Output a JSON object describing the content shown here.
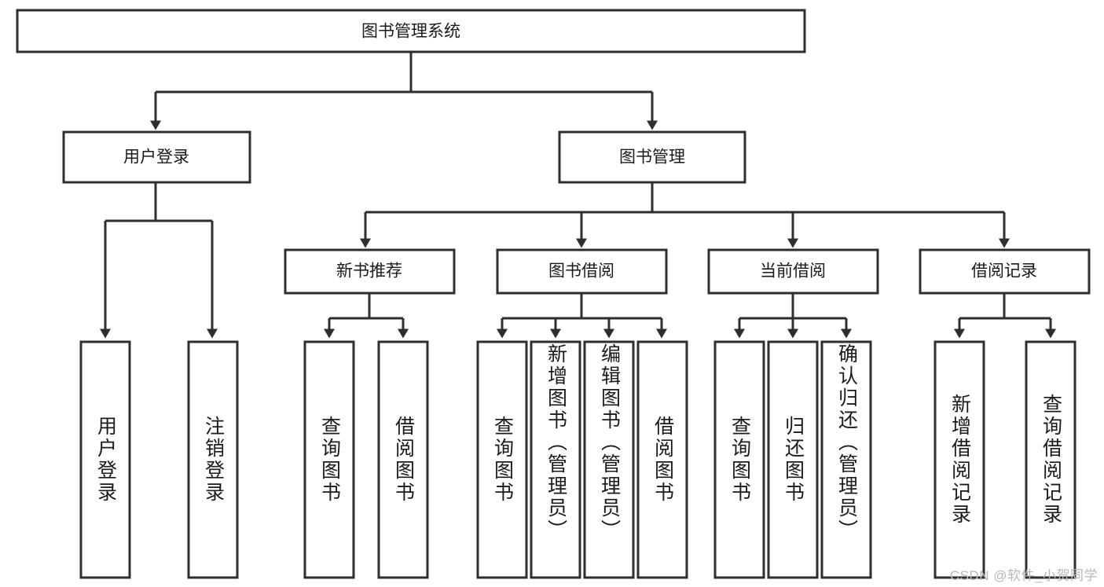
{
  "diagram": {
    "title": "图书管理系统",
    "watermark": "CSDN @软件_小贺同学",
    "colors": {
      "box_stroke": "#2e2e2e",
      "box_fill": "#ffffff",
      "text": "#1a1a1a",
      "watermark": "#b8b8b8"
    },
    "root": {
      "label": "图书管理系统"
    },
    "level2": [
      {
        "label": "用户登录"
      },
      {
        "label": "图书管理"
      }
    ],
    "level3": [
      {
        "label": "新书推荐"
      },
      {
        "label": "图书借阅"
      },
      {
        "label": "当前借阅"
      },
      {
        "label": "借阅记录"
      }
    ],
    "leaves": [
      {
        "label": "用户登录",
        "parent": "用户登录"
      },
      {
        "label": "注销登录",
        "parent": "用户登录"
      },
      {
        "label": "查询图书",
        "parent": "新书推荐"
      },
      {
        "label": "借阅图书",
        "parent": "新书推荐"
      },
      {
        "label": "查询图书",
        "parent": "图书借阅"
      },
      {
        "label": "新增图书（管理员）",
        "parent": "图书借阅"
      },
      {
        "label": "编辑图书（管理员）",
        "parent": "图书借阅"
      },
      {
        "label": "借阅图书",
        "parent": "图书借阅"
      },
      {
        "label": "查询图书",
        "parent": "当前借阅"
      },
      {
        "label": "归还图书",
        "parent": "当前借阅"
      },
      {
        "label": "确认归还（管理员）",
        "parent": "当前借阅"
      },
      {
        "label": "新增借阅记录",
        "parent": "借阅记录"
      },
      {
        "label": "查询借阅记录",
        "parent": "借阅记录"
      }
    ]
  }
}
